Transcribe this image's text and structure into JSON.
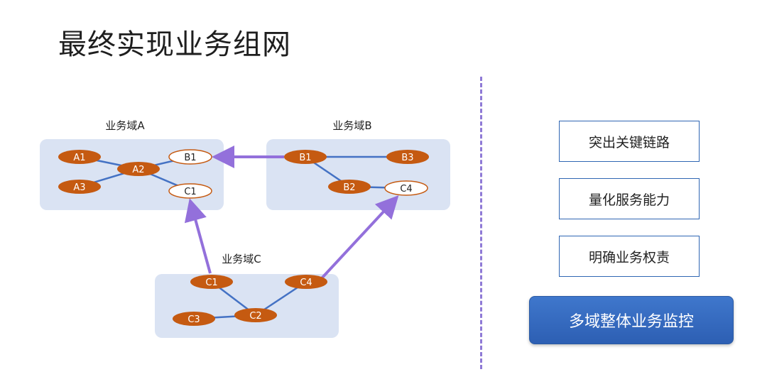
{
  "title": "最终实现业务组网",
  "colors": {
    "node_fill": "#c55a11",
    "node_outline_stroke": "#c55a11",
    "link": "#4472c4",
    "domain_bg": "#dae3f3",
    "arrow": "#9370db",
    "primary_button": "#2f64b8"
  },
  "domains": {
    "A": {
      "label": "业务域A",
      "nodes": {
        "A1": "A1",
        "A2": "A2",
        "A3": "A3",
        "B1": "B1",
        "C1": "C1"
      }
    },
    "B": {
      "label": "业务域B",
      "nodes": {
        "B1": "B1",
        "B2": "B2",
        "B3": "B3",
        "C4": "C4"
      }
    },
    "C": {
      "label": "业务域C",
      "nodes": {
        "C1": "C1",
        "C2": "C2",
        "C3": "C3",
        "C4": "C4"
      }
    }
  },
  "side_panel": {
    "items": [
      "突出关键链路",
      "量化服务能力",
      "明确业务权责"
    ],
    "primary": "多域整体业务监控"
  }
}
